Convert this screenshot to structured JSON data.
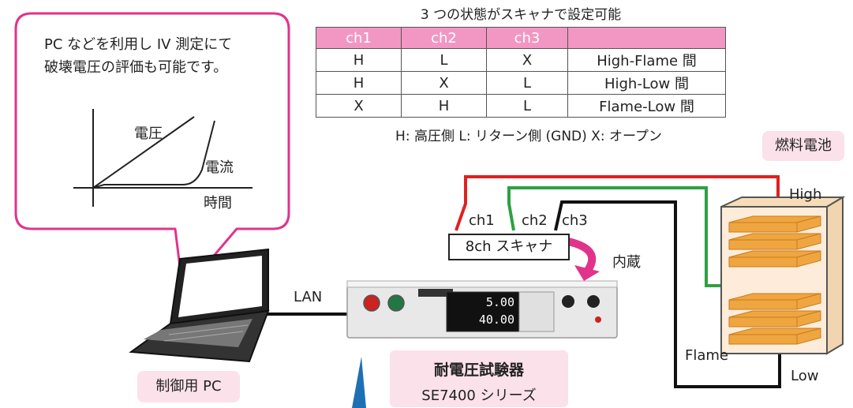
{
  "bubble": {
    "text_line1": "PC などを利用し IV 測定にて",
    "text_line2": "破壊電圧の評価も可能です。",
    "graph": {
      "voltage_label": "電圧",
      "current_label": "電流",
      "time_label": "時間"
    }
  },
  "table": {
    "title": "3 つの状態がスキャナで設定可能",
    "headers": [
      "ch1",
      "ch2",
      "ch3",
      ""
    ],
    "rows": [
      [
        "H",
        "L",
        "X",
        "High-Flame 間"
      ],
      [
        "H",
        "X",
        "L",
        "High-Low 間"
      ],
      [
        "X",
        "H",
        "L",
        "Flame-Low 間"
      ]
    ],
    "legend": "H: 高圧側  L: リターン側 (GND)  X: オープン"
  },
  "fuel_cell_label": "燃料電池",
  "terminals": {
    "high": "High",
    "flame": "Flame",
    "low": "Low"
  },
  "channels": {
    "ch1": "ch1",
    "ch2": "ch2",
    "ch3": "ch3"
  },
  "scanner_label": "8ch スキャナ",
  "builtin_label": "内蔵",
  "lan_label": "LAN",
  "pc_label": "制御用 PC",
  "tester": {
    "name": "耐電圧試験器",
    "series": "SE7400 シリーズ",
    "display_value1": "5.00",
    "display_value2": "40.00"
  },
  "colors": {
    "pink": "#e2338a",
    "red": "#e02020",
    "green": "#2ea043",
    "black": "#111111",
    "table_header": "#f297c3",
    "label_bg": "#fbe1ea",
    "fuel_cell": "#f0a640"
  }
}
